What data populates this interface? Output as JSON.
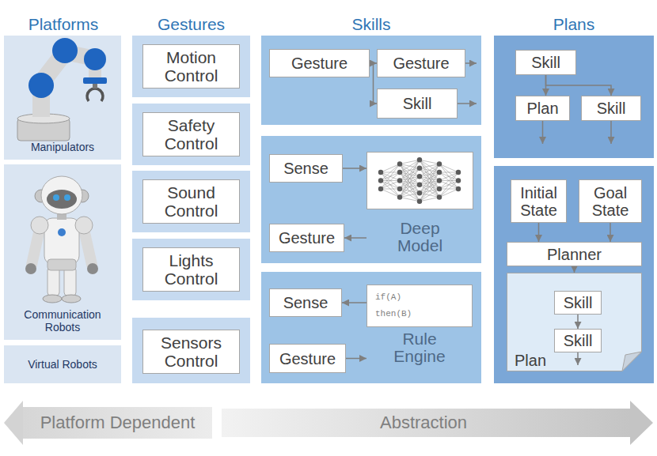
{
  "diagram": {
    "nodes": [
      {
        "text": [
          "Manipulators"
        ]
      },
      {
        "text": [
          "Communication Robots"
        ]
      },
      {
        "text": [
          "Virtual Robots"
        ]
      },
      {
        "text": [
          "Motion Control"
        ]
      },
      {
        "text": [
          "Safety Control"
        ]
      },
      {
        "text": [
          "Sound Control"
        ]
      },
      {
        "text": [
          "Lights Control"
        ]
      },
      {
        "text": [
          "Sensors Control"
        ]
      },
      {
        "text": [
          "Gesture"
        ]
      },
      {
        "text": [
          "Gesture"
        ]
      },
      {
        "text": [
          "Skill"
        ]
      },
      {
        "text": [
          "Sense"
        ]
      },
      {
        "text": [
          "Deep Model"
        ]
      },
      {
        "text": [
          "Gesture"
        ]
      },
      {
        "text": [
          "Sense"
        ]
      },
      {
        "text": [
          "if(A) then(B)",
          "Rule Engine"
        ]
      },
      {
        "text": [
          "Gesture"
        ]
      },
      {
        "text": [
          "Skill"
        ]
      },
      {
        "text": [
          "Plan"
        ]
      },
      {
        "text": [
          "Skill"
        ]
      },
      {
        "text": [
          "Initial State"
        ]
      },
      {
        "text": [
          "Goal State"
        ]
      },
      {
        "text": [
          "Planner"
        ]
      },
      {
        "text": [
          "Plan"
        ]
      },
      {
        "text": [
          "Skill"
        ],
        "in": 23
      },
      {
        "text": [
          "Skill"
        ],
        "in": 23
      }
    ],
    "edges": [
      {
        "from": 8,
        "to": 9,
        "arrow": "to"
      },
      {
        "from": 8,
        "to": 10,
        "arrow": "to"
      },
      {
        "from": 11,
        "to": 12,
        "arrow": "to"
      },
      {
        "from": 12,
        "to": 13,
        "arrow": "to"
      },
      {
        "from": 15,
        "to": 14,
        "arrow": "to"
      },
      {
        "from": 16,
        "to": 15,
        "arrow": "to"
      },
      {
        "from": 17,
        "to": 18,
        "arrow": "to"
      },
      {
        "from": 17,
        "to": 19,
        "arrow": "to"
      },
      {
        "from": 20,
        "to": 22,
        "arrow": "to"
      },
      {
        "from": 21,
        "to": 22,
        "arrow": "to"
      },
      {
        "from": 22,
        "to": 23,
        "arrow": "to"
      },
      {
        "from": 24,
        "to": 25,
        "arrow": "to"
      }
    ],
    "labels": [
      "Platforms",
      "Gestures",
      "Skills",
      "Plans",
      "Platform Dependent",
      "Abstraction"
    ]
  }
}
